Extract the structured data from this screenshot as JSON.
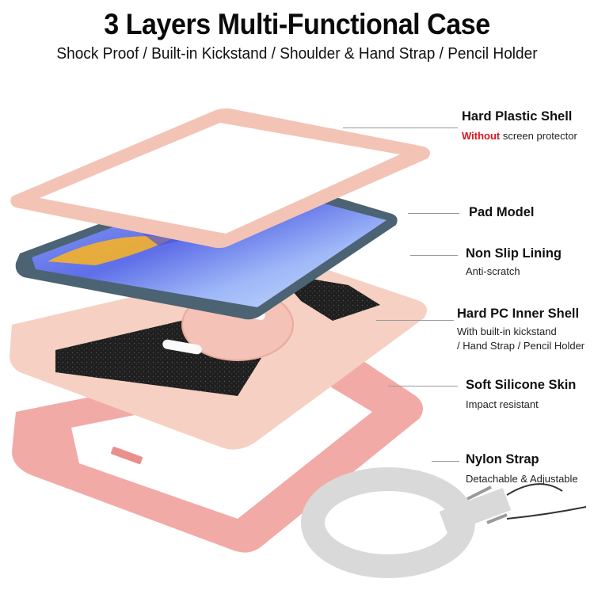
{
  "header": {
    "title": "3 Layers Multi-Functional Case",
    "subtitle": "Shock Proof / Built-in Kickstand / Shoulder & Hand Strap / Pencil Holder"
  },
  "callouts": [
    {
      "id": "hard-plastic-shell",
      "title": "Hard Plastic Shell",
      "highlight": "Without",
      "detail": " screen protector"
    },
    {
      "id": "pad-model",
      "title": "Pad Model"
    },
    {
      "id": "non-slip-lining",
      "title": "Non Slip Lining",
      "detail": "Anti-scratch"
    },
    {
      "id": "hard-pc-inner-shell",
      "title": "Hard PC Inner Shell",
      "detail_line1": "With built-in kickstand",
      "detail_line2": "/ Hand Strap / Pencil Holder"
    },
    {
      "id": "soft-silicone-skin",
      "title": "Soft Silicone Skin",
      "detail": "Impact resistant"
    },
    {
      "id": "nylon-strap",
      "title": "Nylon Strap",
      "detail": "Detachable & Adjustable"
    }
  ],
  "colors": {
    "frame_pink": "#f3c3b5",
    "inner_shell_pink": "#f5cfc2",
    "silicone_pink": "#f2a9a6",
    "tablet_body": "#4b6373",
    "screen_blue": "#6c7ff0",
    "screen_light": "#b7d3f7",
    "lining_black": "#222222",
    "strap_gray": "#d8d8d8",
    "highlight_red": "#e0141e",
    "leader_gray": "#9a9a9a"
  }
}
